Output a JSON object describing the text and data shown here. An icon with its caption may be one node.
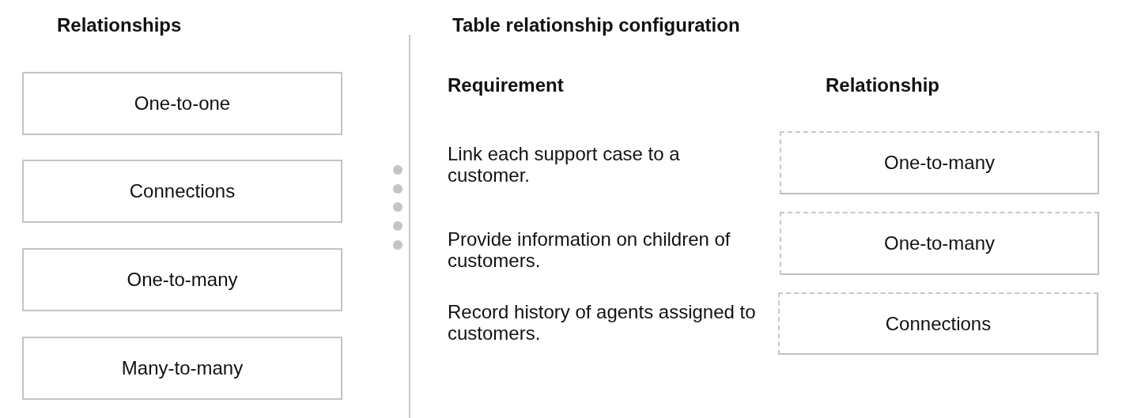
{
  "diagram": {
    "nodes": [
      {
        "text": [
          "One-to-one"
        ]
      },
      {
        "text": [
          "Connections"
        ]
      },
      {
        "text": [
          "One-to-many"
        ]
      },
      {
        "text": [
          "Many-to-many"
        ]
      },
      {
        "text": [
          "One-to-many"
        ]
      },
      {
        "text": [
          "One-to-many"
        ]
      },
      {
        "text": [
          "Connections"
        ]
      }
    ],
    "labels": [
      "Relationships",
      "Table relationship configuration",
      "Requirement",
      "Relationship",
      "Link each support case to a customer.",
      "Provide information on children of customers.",
      "Record history of agents assigned to customers."
    ]
  }
}
